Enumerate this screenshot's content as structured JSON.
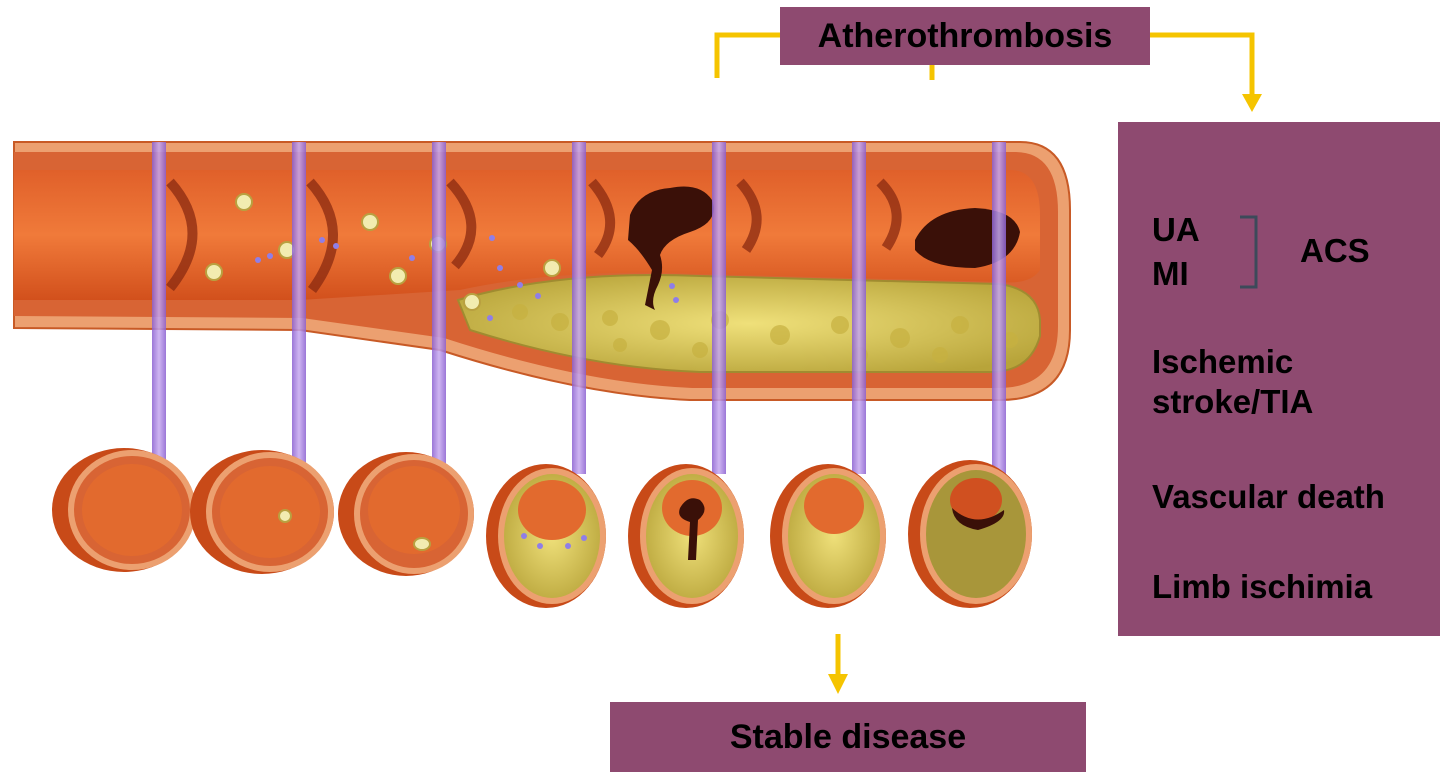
{
  "labels": {
    "atherothrombosis": "Atherothrombosis",
    "stable_disease": "Stable disease"
  },
  "outcomes": {
    "ua": "UA",
    "mi": "MI",
    "acs": "ACS",
    "stroke": "Ischemic\nstroke/TIA",
    "death": "Vascular death",
    "limb": "Limb ischimia"
  },
  "colors": {
    "box_fill": "#8e4a70",
    "arrow": "#f5c400",
    "artery_wall": "#e46a2a",
    "lumen": "#d8501c",
    "plaque": "#d8c848",
    "probe": "#9b6fd6",
    "thrombus": "#3a1008"
  }
}
